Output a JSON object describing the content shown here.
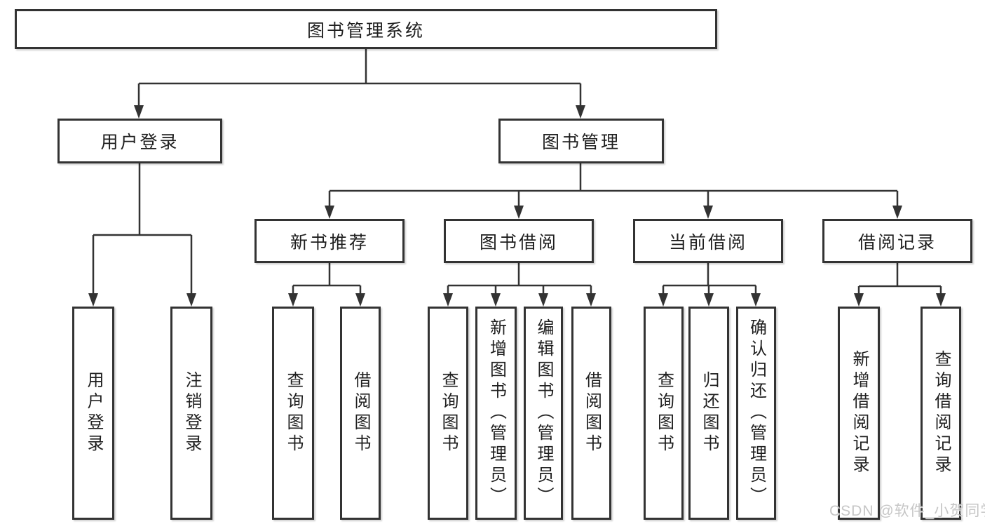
{
  "tree": {
    "label": "图书管理系统",
    "children": [
      {
        "label": "用户登录",
        "children": [
          {
            "label": "用户登录"
          },
          {
            "label": "注销登录"
          }
        ]
      },
      {
        "label": "图书管理",
        "children": [
          {
            "label": "新书推荐",
            "children": [
              {
                "label": "查询图书"
              },
              {
                "label": "借阅图书"
              }
            ]
          },
          {
            "label": "图书借阅",
            "children": [
              {
                "label": "查询图书"
              },
              {
                "label": "新增图书（管理员）"
              },
              {
                "label": "编辑图书（管理员）"
              },
              {
                "label": "借阅图书"
              }
            ]
          },
          {
            "label": "当前借阅",
            "children": [
              {
                "label": "查询图书"
              },
              {
                "label": "归还图书"
              },
              {
                "label": "确认归还（管理员）"
              }
            ]
          },
          {
            "label": "借阅记录",
            "children": [
              {
                "label": "新增借阅记录"
              },
              {
                "label": "查询借阅记录"
              }
            ]
          }
        ]
      }
    ]
  },
  "watermark": {
    "text": "CSDN @软件_小贺同学"
  },
  "colors": {
    "line": "#333333",
    "box_border": "#333333",
    "box_fill": "#ffffff",
    "text": "#1f1f1f",
    "background": "#ffffff",
    "watermark": "#c1c1c1"
  }
}
